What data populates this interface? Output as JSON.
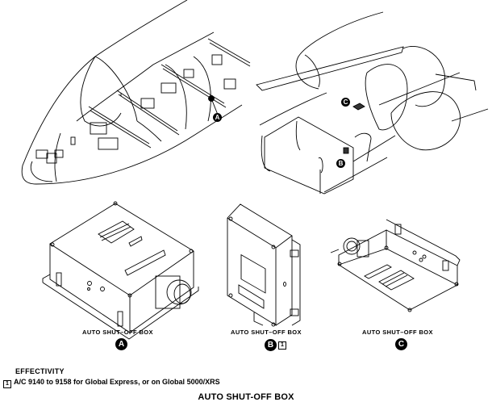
{
  "figure": {
    "title": "AUTO SHUT-OFF BOX",
    "locator_callouts": [
      "A",
      "B",
      "C"
    ],
    "details": [
      {
        "caption": "AUTO SHUT–OFF BOX",
        "callout": "A",
        "effectivity_ref": ""
      },
      {
        "caption": "AUTO SHUT–OFF BOX",
        "callout": "B",
        "effectivity_ref": "1"
      },
      {
        "caption": "AUTO SHUT–OFF BOX",
        "callout": "C",
        "effectivity_ref": ""
      }
    ]
  },
  "effectivity": {
    "heading": "EFFECTIVITY",
    "notes": [
      {
        "ref": "1",
        "text": "A/C 9140 to 9158 for Global Express, or on Global 5000/XRS"
      }
    ]
  },
  "icons": {
    "nose_section": "aircraft-nose-cutaway",
    "tail_section": "aircraft-tail-cutaway",
    "box_a": "auto-shutoff-box-iso",
    "box_b": "auto-shutoff-box-side",
    "box_c": "auto-shutoff-box-underside"
  }
}
